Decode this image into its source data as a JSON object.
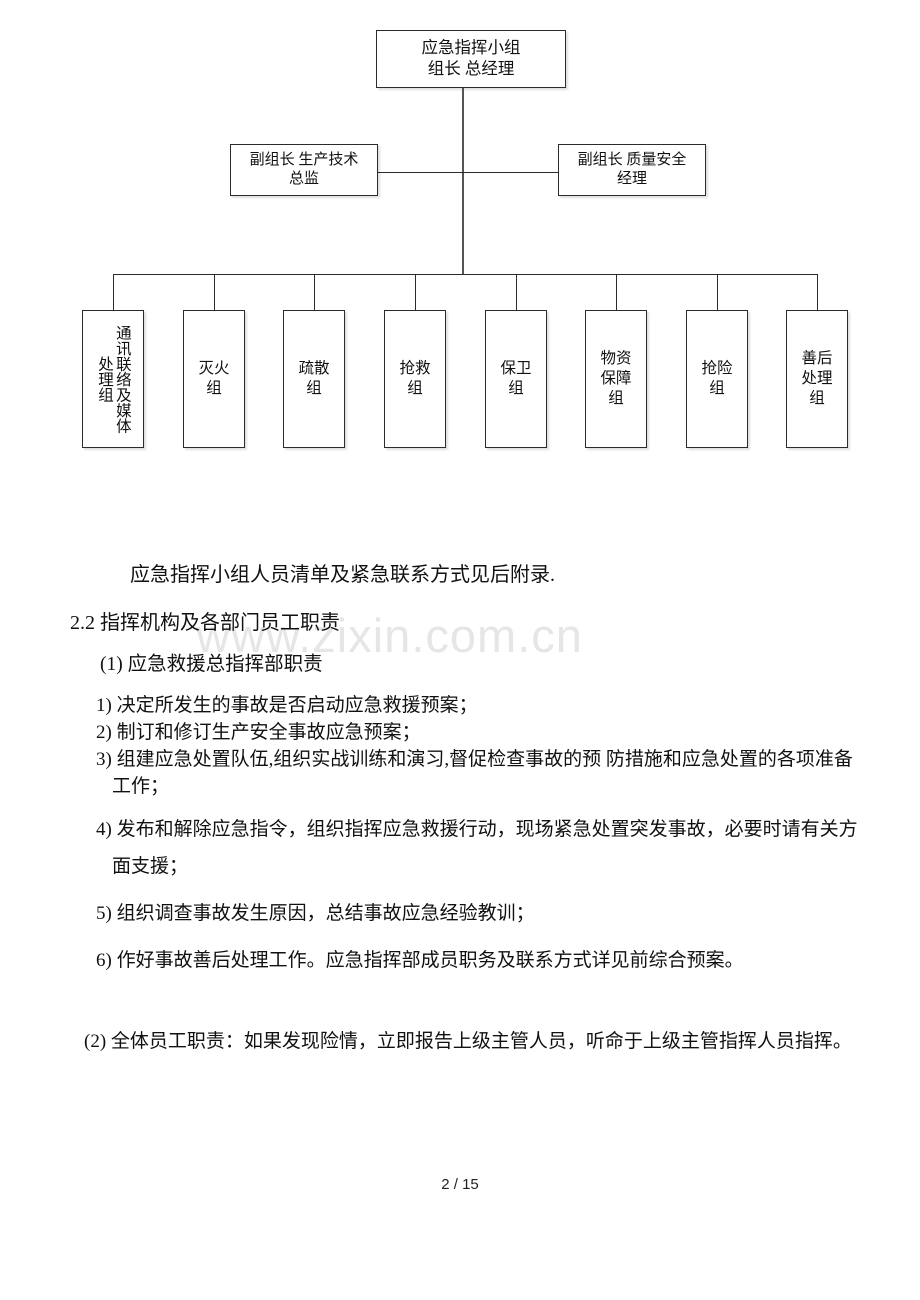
{
  "watermark": {
    "text": "www.zixin.com.cn"
  },
  "org_chart": {
    "top": {
      "label": "应急指挥小组\n组长  总经理"
    },
    "deputies": [
      {
        "label": "副组长  生产技术\n总监"
      },
      {
        "label": "副组长  质量安全\n经理"
      }
    ],
    "groups": [
      {
        "label": "通讯联络及媒体处理组",
        "two_column": true
      },
      {
        "label": "灭火\n组",
        "two_column": false
      },
      {
        "label": "疏散\n组",
        "two_column": false
      },
      {
        "label": "抢救\n组",
        "two_column": false
      },
      {
        "label": "保卫\n组",
        "two_column": false
      },
      {
        "label": "物资\n保障\n组",
        "two_column": false
      },
      {
        "label": "抢险\n组",
        "two_column": false
      },
      {
        "label": "善后\n处理\n组",
        "two_column": false
      }
    ]
  },
  "document": {
    "lead": "应急指挥小组人员清单及紧急联系方式见后附录.",
    "heading": "2.2  指挥机构及各部门员工职责",
    "subheading": "(1) 应急救援总指挥部职责",
    "items": [
      "1) 决定所发生的事故是否启动应急救援预案；",
      "2) 制订和修订生产安全事故应急预案；",
      "3) 组建应急处置队伍,组织实战训练和演习,督促检查事故的预 防措施和应急处置的各项准备工作；",
      "4) 发布和解除应急指令，组织指挥应急救援行动，现场紧急处置突发事故，必要时请有关方面支援；",
      "5) 组织调查事故发生原因，总结事故应急经验教训；",
      "6) 作好事故善后处理工作。应急指挥部成员职务及联系方式详见前综合预案。"
    ],
    "final_paragraph": "(2) 全体员工职责：如果发现险情，立即报告上级主管人员，听命于上级主管指挥人员指挥。"
  },
  "footer": {
    "page_label": "2  / 15"
  }
}
